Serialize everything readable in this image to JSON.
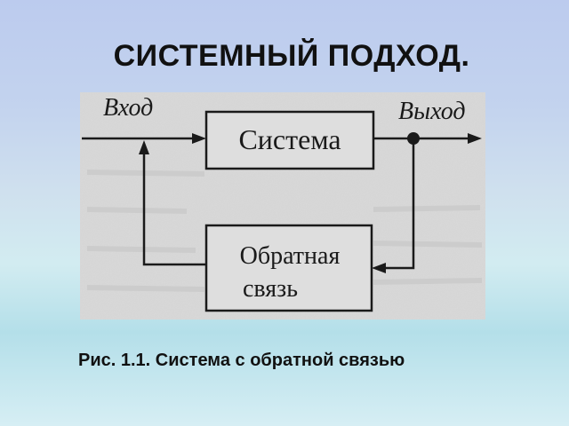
{
  "slide": {
    "title": "СИСТЕМНЫЙ ПОДХОД."
  },
  "diagram": {
    "input_label": "Вход",
    "output_label": "Выход",
    "system_block": "Система",
    "feedback_block_line1": "Обратная",
    "feedback_block_line2": "связь"
  },
  "caption": {
    "text": "Рис. 1.1. Система с обратной связью"
  },
  "colors": {
    "ink": "#1a1a1a",
    "paper": "#d9d9d9"
  }
}
